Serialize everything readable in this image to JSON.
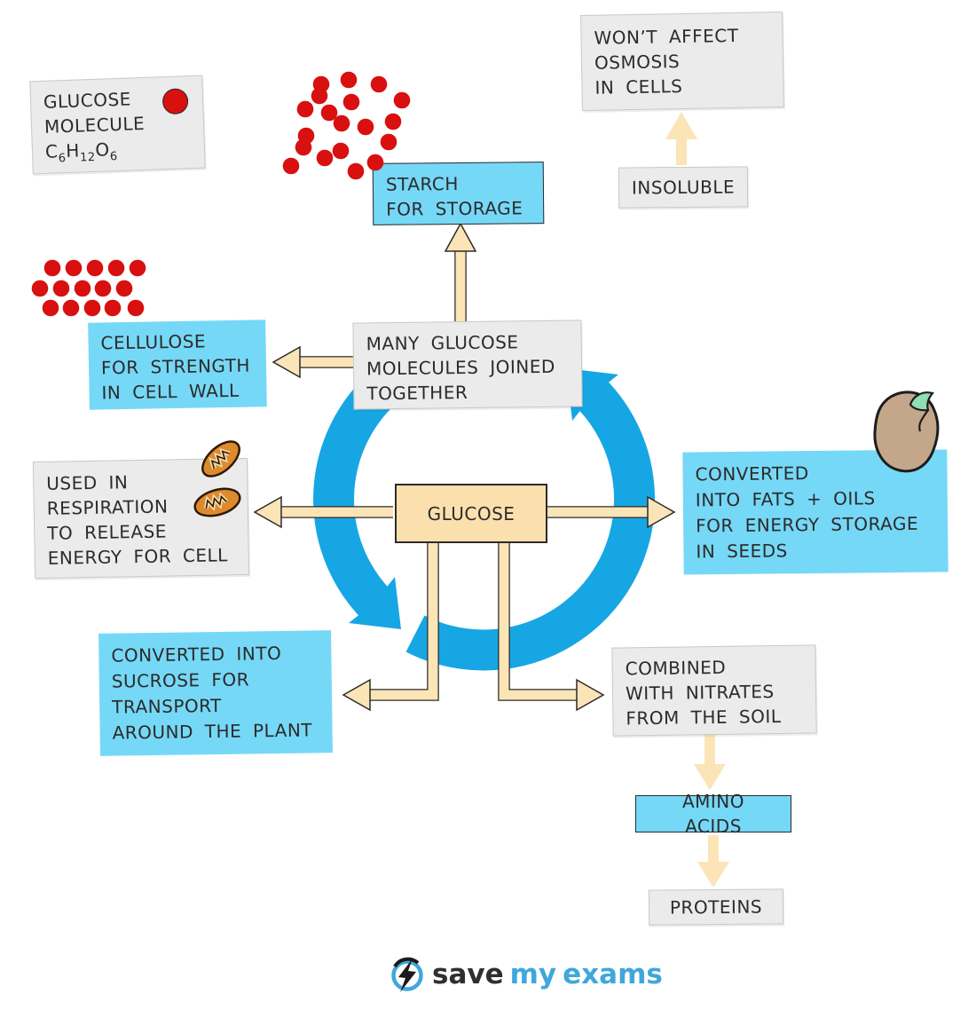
{
  "colors": {
    "accent_blue": "#17a6e4",
    "box_blue": "#76d8f7",
    "box_gray": "#ebebeb",
    "box_cream": "#fbe0ae",
    "arrow_cream": "#fbe4b6",
    "dot_red": "#d8100f",
    "outline_dark": "#2b2b2b",
    "mito_orange": "#dd8a2e",
    "seed_tan": "#c4a78b",
    "sprout_green": "#90dfb2",
    "logo_blue": "#3fa7db",
    "logo_dark": "#2f2f2f"
  },
  "legend": {
    "lines": [
      "GLUCOSE",
      "MOLECULE"
    ],
    "formula": [
      "C",
      "6",
      "H",
      "12",
      "O",
      "6"
    ]
  },
  "boxes": {
    "starch": {
      "lines": [
        "STARCH",
        "FOR STORAGE"
      ]
    },
    "osmosis": {
      "lines": [
        "WON’T AFFECT",
        "OSMOSIS",
        "IN CELLS"
      ]
    },
    "insoluble": {
      "lines": [
        "INSOLUBLE"
      ]
    },
    "cellulose": {
      "lines": [
        "CELLULOSE",
        "FOR STRENGTH",
        "IN CELL WALL"
      ]
    },
    "many_glucose": {
      "lines": [
        "MANY GLUCOSE",
        "MOLECULES JOINED",
        "TOGETHER"
      ]
    },
    "glucose": {
      "lines": [
        "GLUCOSE"
      ]
    },
    "respiration": {
      "lines": [
        "USED IN",
        "RESPIRATION",
        "TO RELEASE",
        "ENERGY FOR CELL"
      ]
    },
    "fats": {
      "lines": [
        "CONVERTED",
        "INTO FATS + OILS",
        "FOR ENERGY STORAGE",
        "IN SEEDS"
      ]
    },
    "sucrose": {
      "lines": [
        "CONVERTED INTO",
        "SUCROSE FOR",
        "TRANSPORT",
        "AROUND THE PLANT"
      ]
    },
    "nitrates": {
      "lines": [
        "COMBINED",
        "WITH NITRATES",
        "FROM THE SOIL"
      ]
    },
    "amino": {
      "lines": [
        "AMINO ACIDS"
      ]
    },
    "proteins": {
      "lines": [
        "PROTEINS"
      ]
    }
  },
  "molecule_dots": {
    "starch_cluster": [
      [
        362,
        95
      ],
      [
        393,
        90
      ],
      [
        427,
        95
      ],
      [
        344,
        123
      ],
      [
        371,
        127
      ],
      [
        396,
        115
      ],
      [
        453,
        113
      ],
      [
        385,
        139
      ],
      [
        412,
        143
      ],
      [
        443,
        137
      ],
      [
        345,
        153
      ],
      [
        342,
        166
      ],
      [
        366,
        178
      ],
      [
        328,
        187
      ],
      [
        384,
        170
      ],
      [
        401,
        193
      ],
      [
        423,
        183
      ],
      [
        438,
        160
      ],
      [
        360,
        108
      ]
    ],
    "cellulose_grid": [
      [
        59,
        302
      ],
      [
        83,
        302
      ],
      [
        107,
        302
      ],
      [
        131,
        302
      ],
      [
        155,
        302
      ],
      [
        45,
        325
      ],
      [
        69,
        325
      ],
      [
        93,
        325
      ],
      [
        116,
        325
      ],
      [
        140,
        325
      ],
      [
        57,
        347
      ],
      [
        80,
        347
      ],
      [
        104,
        347
      ],
      [
        127,
        347
      ],
      [
        153,
        347
      ]
    ]
  },
  "icons": {
    "glucose_dot_icon": "red-circle",
    "mitochondria_icon": "orange-organelle-with-cristae",
    "seed_icon": "bean-seed-with-green-sprout",
    "cycle_arrows_icon": "blue-circular-recycle-arrows",
    "logo_bolt_icon": "lightning-bolt-in-circle"
  },
  "logo": {
    "word1": "save",
    "word2": "my",
    "word3": "exams"
  }
}
